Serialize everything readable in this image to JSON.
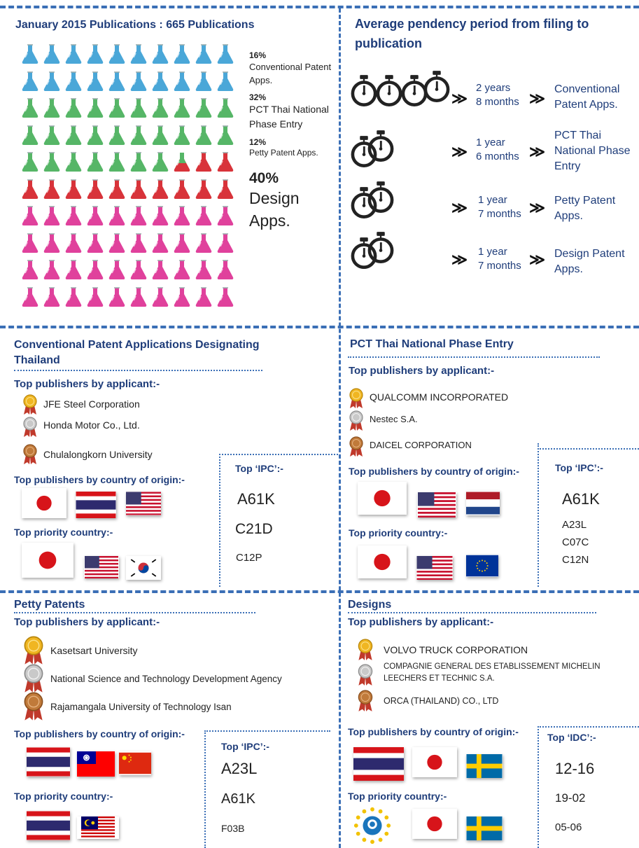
{
  "publications": {
    "title": "January 2015 Publications :  665 Publications",
    "legend": [
      {
        "pct": "16%",
        "label": "Conventional Patent Apps."
      },
      {
        "pct": "32%",
        "label": "PCT Thai National Phase Entry"
      },
      {
        "pct": "12%",
        "label": "Petty Patent Apps."
      },
      {
        "pct": "40%",
        "label": "Design Apps."
      }
    ],
    "flask_rows": [
      "blue",
      "blue",
      "green",
      "green",
      "green-red",
      "red",
      "magenta",
      "magenta",
      "magenta",
      "magenta"
    ],
    "colors": {
      "blue": "#4aa7d8",
      "green": "#56b667",
      "red": "#d8333a",
      "magenta": "#e0419c"
    }
  },
  "pendency": {
    "title": "Average pendency period from filing to publication",
    "rows": [
      {
        "duration_1": "2 years",
        "duration_2": "8 months",
        "label_1": "Conventional",
        "label_2": "Patent Apps.",
        "label_3": ""
      },
      {
        "duration_1": "1 year",
        "duration_2": "6 months",
        "label_1": "PCT Thai",
        "label_2": "National Phase",
        "label_3": "Entry"
      },
      {
        "duration_1": "1 year",
        "duration_2": "7 months",
        "label_1": "Petty Patent",
        "label_2": "Apps.",
        "label_3": ""
      },
      {
        "duration_1": "1 year",
        "duration_2": "7 months",
        "label_1": "Design Patent",
        "label_2": "Apps.",
        "label_3": ""
      }
    ]
  },
  "conventional": {
    "title_1": "Conventional Patent Applications Designating",
    "title_2": "Thailand",
    "applicant_heading": "Top publishers by applicant:-",
    "applicants": [
      "JFE Steel Corporation",
      "Honda Motor Co., Ltd.",
      "Chulalongkorn University"
    ],
    "country_heading": "Top publishers by country of origin:-",
    "priority_heading": "Top priority country:-",
    "ipc_heading": "Top ‘IPC’:-",
    "ipc": [
      "A61K",
      "C21D",
      "C12P"
    ]
  },
  "pct": {
    "title": "PCT Thai National Phase Entry",
    "applicant_heading": "Top publishers by applicant:-",
    "applicants": [
      "QUALCOMM INCORPORATED",
      "Nestec S.A.",
      "DAICEL CORPORATION"
    ],
    "country_heading": "Top publishers by country of origin:-",
    "priority_heading": "Top priority country:-",
    "ipc_heading": "Top ‘IPC’:-",
    "ipc": [
      "A61K",
      "A23L",
      "C07C",
      "C12N"
    ]
  },
  "petty": {
    "title": "Petty Patents",
    "applicant_heading": "Top publishers by applicant:-",
    "applicants": [
      "Kasetsart University",
      "National Science and Technology Development Agency",
      "Rajamangala University of Technology Isan"
    ],
    "country_heading": "Top publishers by country of origin:-",
    "priority_heading": "Top priority country:-",
    "ipc_heading": "Top ‘IPC’:-",
    "ipc": [
      "A23L",
      "A61K",
      "F03B"
    ]
  },
  "designs": {
    "title": "Designs",
    "applicant_heading": "Top publishers by applicant:-",
    "applicants": [
      "VOLVO TRUCK CORPORATION",
      "COMPAGNIE GENERAL DES ETABLISSEMENT MICHELIN",
      "LEECHERS ET TECHNIC S.A.",
      "ORCA (THAILAND) CO., LTD"
    ],
    "country_heading": "Top publishers by country of origin:-",
    "priority_heading": "Top priority country:-",
    "idc_heading": "Top ‘IDC’:-",
    "idc": [
      "12-16",
      "19-02",
      "05-06"
    ]
  }
}
